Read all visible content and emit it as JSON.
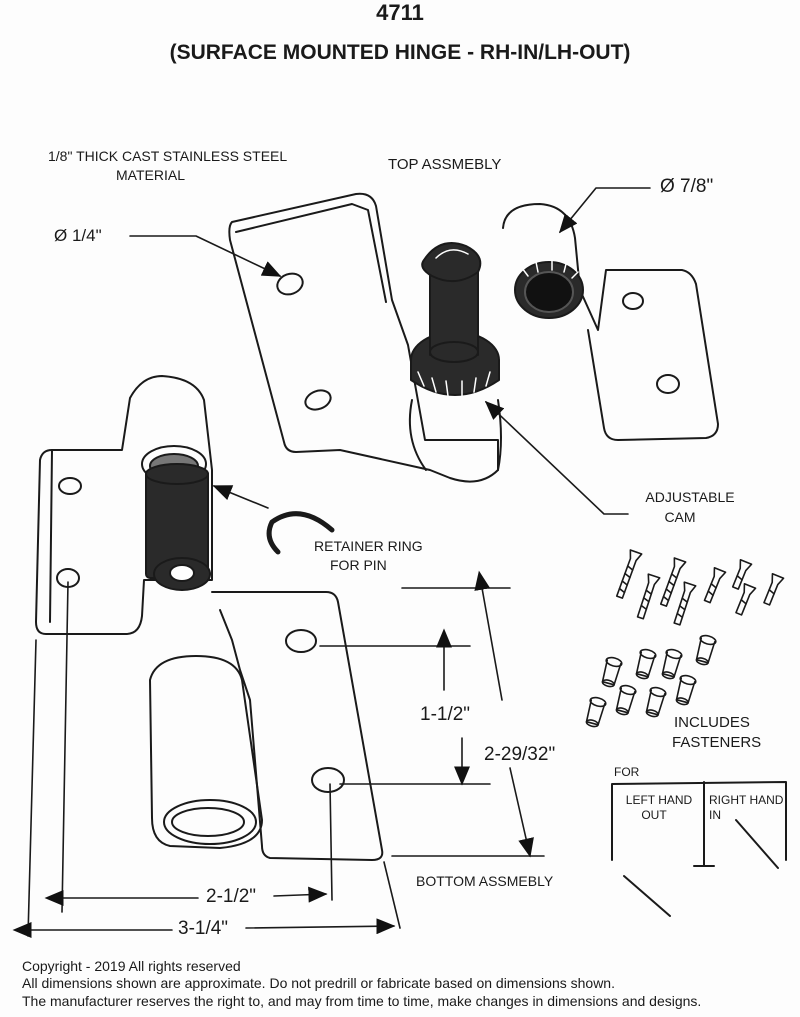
{
  "header": {
    "part_number": "4711",
    "title": "(SURFACE MOUNTED HINGE - RH-IN/LH-OUT)"
  },
  "labels": {
    "material_line1": "1/8\" THICK CAST STAINLESS STEEL",
    "material_line2": "MATERIAL",
    "top_assembly": "TOP ASSMEBLY",
    "diameter_quarter": "Ø 1/4\"",
    "diameter_seven_eighths": "Ø 7/8\"",
    "adjustable_cam_line1": "ADJUSTABLE",
    "adjustable_cam_line2": "CAM",
    "retainer_ring_line1": "RETAINER RING",
    "retainer_ring_line2": "FOR PIN",
    "fasteners_line1": "INCLUDES",
    "fasteners_line2": "FASTENERS",
    "bottom_assembly": "BOTTOM ASSMEBLY"
  },
  "dimensions": {
    "hole_spacing": "1-1/2\"",
    "leaf_height": "2-29/32\"",
    "hole_offset": "2-1/2\"",
    "overall_width": "3-1/4\""
  },
  "orientation_key": {
    "for": "FOR",
    "left_line1": "LEFT HAND",
    "left_line2": "OUT",
    "right_line1": "RIGHT HAND",
    "right_line2": "IN"
  },
  "footer": {
    "copyright": "Copyright - 2019  All rights reserved",
    "disclaimer": "All dimensions shown are approximate. Do not predrill or fabricate based on dimensions shown.",
    "rights": "The manufacturer reserves the right to, and may from time to time, make changes in dimensions and designs."
  }
}
